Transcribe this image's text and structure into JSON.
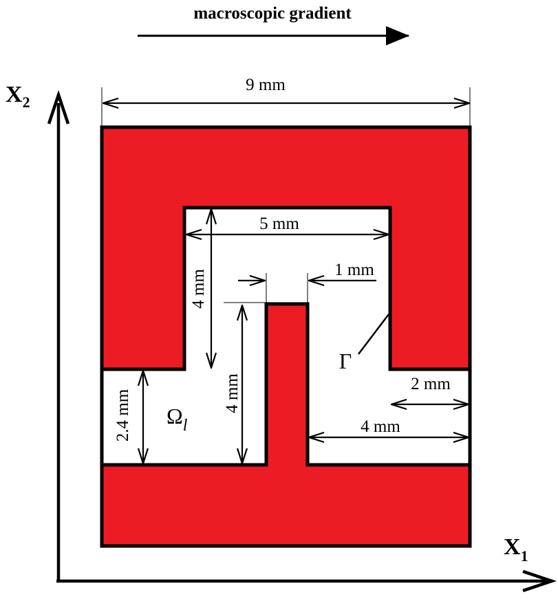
{
  "header": {
    "title": "macroscopic gradient"
  },
  "axes": {
    "x_label_main": "X",
    "x_label_sub": "1",
    "y_label_main": "X",
    "y_label_sub": "2"
  },
  "dimensions": {
    "overall_width": "9 mm",
    "inner_width": "5 mm",
    "gap_width": "1 mm",
    "upper_height": "4 mm",
    "center_height": "4 mm",
    "lower_height": "2.4 mm",
    "right_notch": "2 mm",
    "right_channel": "4 mm"
  },
  "region_labels": {
    "domain_main": "Ω",
    "domain_sub": "l",
    "interface": "Γ"
  },
  "colors": {
    "solid_fill": "#ec1c24",
    "stroke": "#000000",
    "background": "#ffffff"
  }
}
